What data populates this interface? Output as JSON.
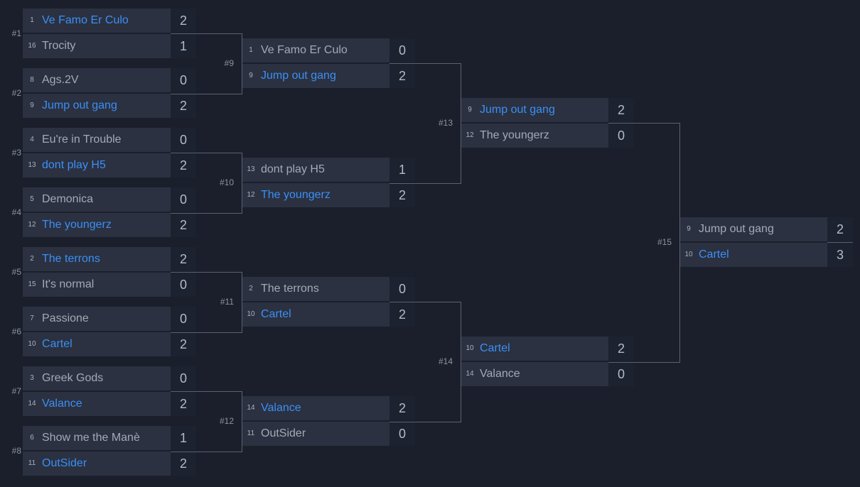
{
  "rounds": [
    {
      "matches": [
        {
          "label": "#1",
          "teams": [
            {
              "seed": "1",
              "name": "Ve Famo Er Culo",
              "score": "2",
              "winner": true
            },
            {
              "seed": "16",
              "name": "Trocity",
              "score": "1",
              "winner": false
            }
          ]
        },
        {
          "label": "#2",
          "teams": [
            {
              "seed": "8",
              "name": "Ags.2V",
              "score": "0",
              "winner": false
            },
            {
              "seed": "9",
              "name": "Jump out gang",
              "score": "2",
              "winner": true
            }
          ]
        },
        {
          "label": "#3",
          "teams": [
            {
              "seed": "4",
              "name": "Eu're in Trouble",
              "score": "0",
              "winner": false
            },
            {
              "seed": "13",
              "name": "dont play H5",
              "score": "2",
              "winner": true
            }
          ]
        },
        {
          "label": "#4",
          "teams": [
            {
              "seed": "5",
              "name": "Demonica",
              "score": "0",
              "winner": false
            },
            {
              "seed": "12",
              "name": "The youngerz",
              "score": "2",
              "winner": true
            }
          ]
        },
        {
          "label": "#5",
          "teams": [
            {
              "seed": "2",
              "name": "The terrons",
              "score": "2",
              "winner": true
            },
            {
              "seed": "15",
              "name": "It's normal",
              "score": "0",
              "winner": false
            }
          ]
        },
        {
          "label": "#6",
          "teams": [
            {
              "seed": "7",
              "name": "Passione",
              "score": "0",
              "winner": false
            },
            {
              "seed": "10",
              "name": "Cartel",
              "score": "2",
              "winner": true
            }
          ]
        },
        {
          "label": "#7",
          "teams": [
            {
              "seed": "3",
              "name": "Greek Gods",
              "score": "0",
              "winner": false
            },
            {
              "seed": "14",
              "name": "Valance",
              "score": "2",
              "winner": true
            }
          ]
        },
        {
          "label": "#8",
          "teams": [
            {
              "seed": "6",
              "name": "Show me the Manè",
              "score": "1",
              "winner": false
            },
            {
              "seed": "11",
              "name": "OutSider",
              "score": "2",
              "winner": true
            }
          ]
        }
      ]
    },
    {
      "matches": [
        {
          "label": "#9",
          "teams": [
            {
              "seed": "1",
              "name": "Ve Famo Er Culo",
              "score": "0",
              "winner": false
            },
            {
              "seed": "9",
              "name": "Jump out gang",
              "score": "2",
              "winner": true
            }
          ]
        },
        {
          "label": "#10",
          "teams": [
            {
              "seed": "13",
              "name": "dont play H5",
              "score": "1",
              "winner": false
            },
            {
              "seed": "12",
              "name": "The youngerz",
              "score": "2",
              "winner": true
            }
          ]
        },
        {
          "label": "#11",
          "teams": [
            {
              "seed": "2",
              "name": "The terrons",
              "score": "0",
              "winner": false
            },
            {
              "seed": "10",
              "name": "Cartel",
              "score": "2",
              "winner": true
            }
          ]
        },
        {
          "label": "#12",
          "teams": [
            {
              "seed": "14",
              "name": "Valance",
              "score": "2",
              "winner": true
            },
            {
              "seed": "11",
              "name": "OutSider",
              "score": "0",
              "winner": false
            }
          ]
        }
      ]
    },
    {
      "matches": [
        {
          "label": "#13",
          "teams": [
            {
              "seed": "9",
              "name": "Jump out gang",
              "score": "2",
              "winner": true
            },
            {
              "seed": "12",
              "name": "The youngerz",
              "score": "0",
              "winner": false
            }
          ]
        },
        {
          "label": "#14",
          "teams": [
            {
              "seed": "10",
              "name": "Cartel",
              "score": "2",
              "winner": true
            },
            {
              "seed": "14",
              "name": "Valance",
              "score": "0",
              "winner": false
            }
          ]
        }
      ]
    },
    {
      "matches": [
        {
          "label": "#15",
          "teams": [
            {
              "seed": "9",
              "name": "Jump out gang",
              "score": "2",
              "winner": false
            },
            {
              "seed": "10",
              "name": "Cartel",
              "score": "3",
              "winner": true
            }
          ]
        }
      ]
    }
  ]
}
